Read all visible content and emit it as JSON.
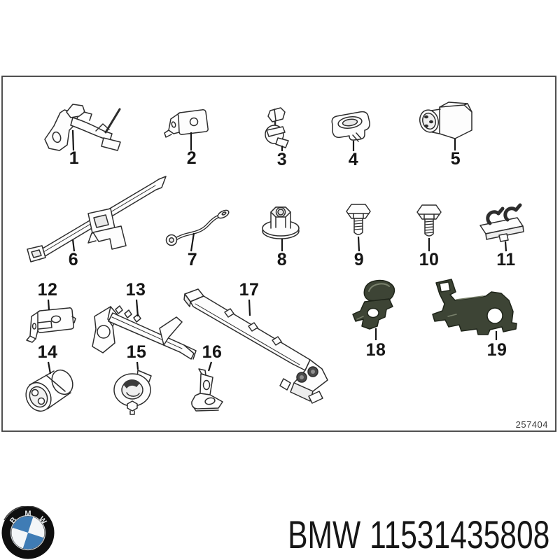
{
  "diagram": {
    "drawing_number": "257404",
    "parts": [
      {
        "label": "1"
      },
      {
        "label": "2"
      },
      {
        "label": "3"
      },
      {
        "label": "4"
      },
      {
        "label": "5"
      },
      {
        "label": "6"
      },
      {
        "label": "7"
      },
      {
        "label": "8"
      },
      {
        "label": "9"
      },
      {
        "label": "10"
      },
      {
        "label": "11"
      },
      {
        "label": "12"
      },
      {
        "label": "13"
      },
      {
        "label": "14"
      },
      {
        "label": "15"
      },
      {
        "label": "16"
      },
      {
        "label": "17"
      },
      {
        "label": "18"
      },
      {
        "label": "19"
      }
    ]
  },
  "footer": {
    "brand": "BMW",
    "part_number": "11531435808"
  },
  "logo": {
    "name": "bmw-roundel",
    "letters": [
      "B",
      "M",
      "W"
    ],
    "colors": {
      "ring_black": "#0f0f0f",
      "quadrant_blue": "#3f7cb5",
      "quadrant_white": "#f4f6f8"
    }
  }
}
